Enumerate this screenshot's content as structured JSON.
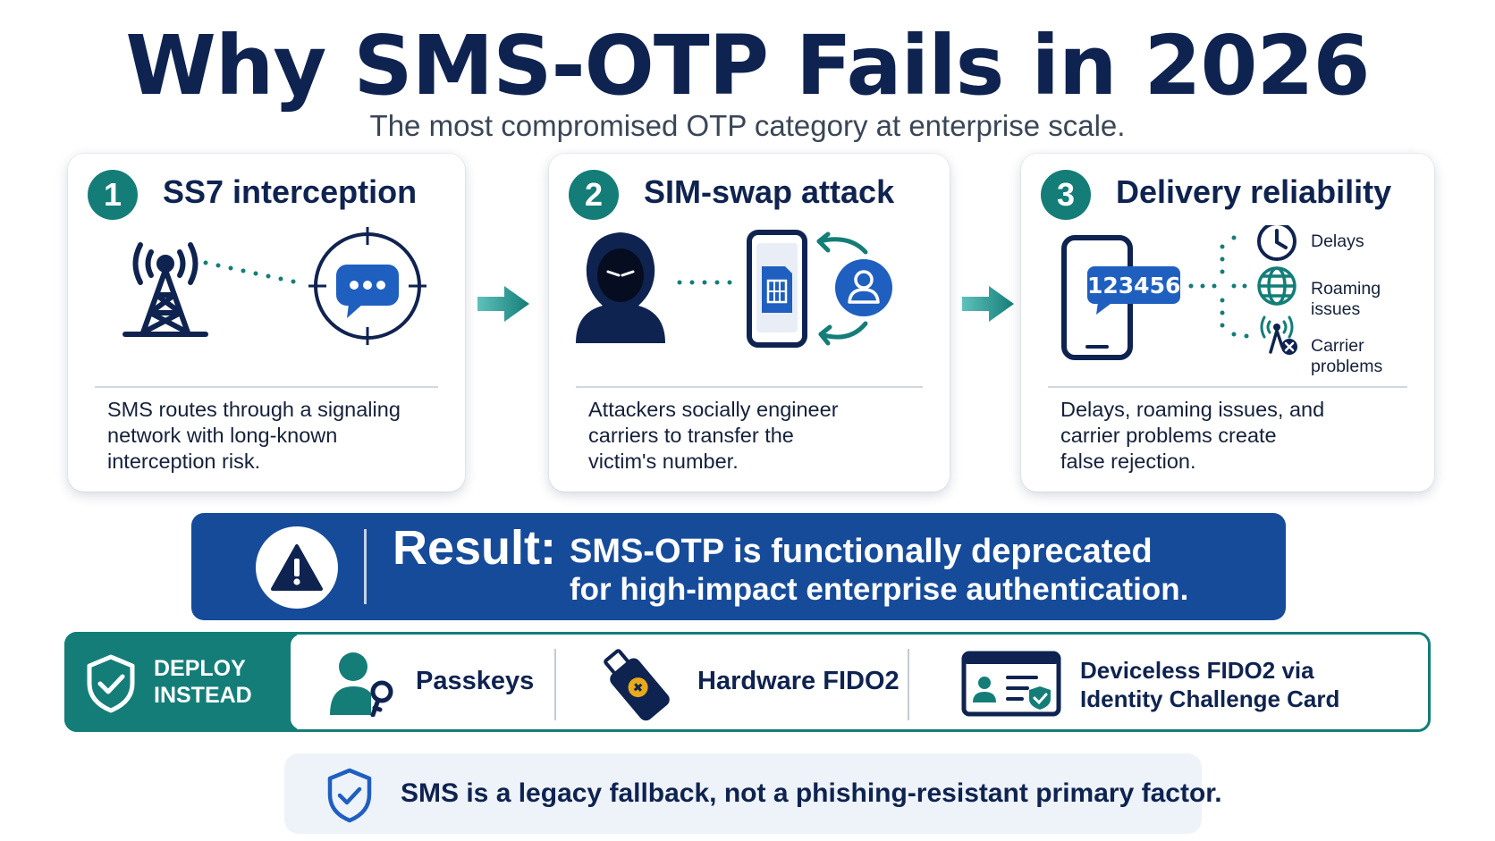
{
  "title": "Why SMS-OTP Fails in 2026",
  "subtitle": "The most compromised OTP category at enterprise scale.",
  "cards": [
    {
      "number": "1",
      "heading": "SS7 interception",
      "desc_lines": [
        "SMS routes through a signaling",
        "network with long-known",
        "interception risk."
      ],
      "icons": [
        "cell-tower-icon",
        "crosshair-icon",
        "chat-bubble-icon"
      ]
    },
    {
      "number": "2",
      "heading": "SIM-swap attack",
      "desc_lines": [
        "Attackers socially engineer",
        "carriers to transfer the",
        "victim's number."
      ],
      "icons": [
        "hooded-attacker-icon",
        "phone-sim-icon",
        "swap-arrows-icon",
        "user-icon"
      ]
    },
    {
      "number": "3",
      "heading": "Delivery reliability",
      "otp_code": "123456",
      "issues": [
        {
          "icon": "clock-icon",
          "lines": [
            "Delays"
          ]
        },
        {
          "icon": "globe-icon",
          "lines": [
            "Roaming",
            "issues"
          ]
        },
        {
          "icon": "broken-signal-icon",
          "lines": [
            "Carrier",
            "problems"
          ]
        }
      ],
      "desc_lines": [
        "Delays, roaming issues, and",
        "carrier problems create",
        "false rejection."
      ]
    }
  ],
  "result": {
    "label": "Result:",
    "line1": "SMS-OTP is functionally deprecated",
    "line2": "for high-impact enterprise authentication."
  },
  "deploy": {
    "label_lines": [
      "DEPLOY",
      "INSTEAD"
    ],
    "options": [
      {
        "icon": "user-key-icon",
        "label": "Passkeys"
      },
      {
        "icon": "usb-key-icon",
        "label": "Hardware FIDO2"
      },
      {
        "icon": "id-card-shield-icon",
        "label_lines": [
          "Deviceless FIDO2 via",
          "Identity Challenge Card"
        ]
      }
    ]
  },
  "footer": "SMS is a legacy fallback, not a phishing-resistant primary factor.",
  "colors": {
    "navy": "#0f2350",
    "teal": "#147d78",
    "banner_blue": "#164b9a",
    "accent_blue": "#1f5fbf",
    "footer_bg": "#eef3fa"
  }
}
